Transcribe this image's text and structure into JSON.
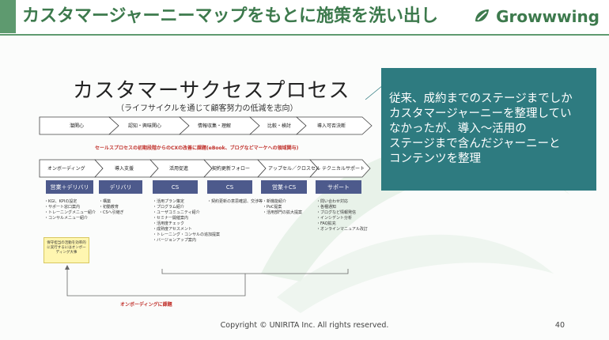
{
  "header": {
    "title": "カスタマージャーニーマップをもとに施策を洗い出し",
    "brand": "Growwwing",
    "brand_icon": "leaf-logo-icon",
    "accent_color": "#5e9a6f"
  },
  "slide": {
    "title": "カスタマーサクセスプロセス",
    "subtitle": "（ライフサイクルを通じて顧客努力の低減を志向）",
    "top_steps": [
      "潜関心",
      "認知・興味関心",
      "情報収集・理解",
      "比較・検討",
      "導入可否決断"
    ],
    "red_label_top": "セールスプロセスの初期段階からのCXの改善に課題(eBook、ブログなどマーケへの領域関与)",
    "bottom_steps": [
      "オンボーディング",
      "導入支援",
      "活用促進",
      "契約更新フォロー",
      "アップセル／クロスセル",
      "テクニカルサポート"
    ],
    "categories": [
      {
        "label": "営業＋デリバリ",
        "items": [
          "KGI、KPIの設定",
          "サポート窓口案内",
          "トレーニングメニュー紹介",
          "コンサルメニュー紹介"
        ]
      },
      {
        "label": "デリバリ",
        "items": [
          "構築",
          "初動教育",
          "CSへ引継ぎ"
        ]
      },
      {
        "label": "CS",
        "items": [
          "活用プラン策定",
          "プログラム紹介",
          "ユーザコミュニティ紹介",
          "セミナー開催案内",
          "活用度チェック",
          "成熟度アセスメント",
          "トレーニング・コンサルの追加提案",
          "バージョンアップ案内"
        ]
      },
      {
        "label": "CS",
        "items": [
          "契約更新の意思確認、交渉等"
        ]
      },
      {
        "label": "営業＋CS",
        "items": [
          "新機能紹介",
          "PoC提案",
          "活用部門の拡大提案"
        ]
      },
      {
        "label": "サポート",
        "items": [
          "問い合わせ対応",
          "各種通知",
          "ブログなど情報発信",
          "インシデント分析",
          "FAQ拡充",
          "オンラインマニュアル改訂"
        ]
      }
    ],
    "yellow_note": "保守担当の活動を効率的に実行するにはオンボーディング大事",
    "red_label_bottom": "オンボーディングに課題",
    "callout_lines": [
      "従来、成約までのステージまでしか",
      "カスタマージャーニーを整理してい",
      "なかったが、導入〜活用の",
      "ステージまで含んだジャーニーと",
      "コンテンツを整理"
    ],
    "callout_color": "#2e7b80",
    "footer": "Copyright © UNIRITA Inc. All rights reserved.",
    "page_number": "40"
  }
}
